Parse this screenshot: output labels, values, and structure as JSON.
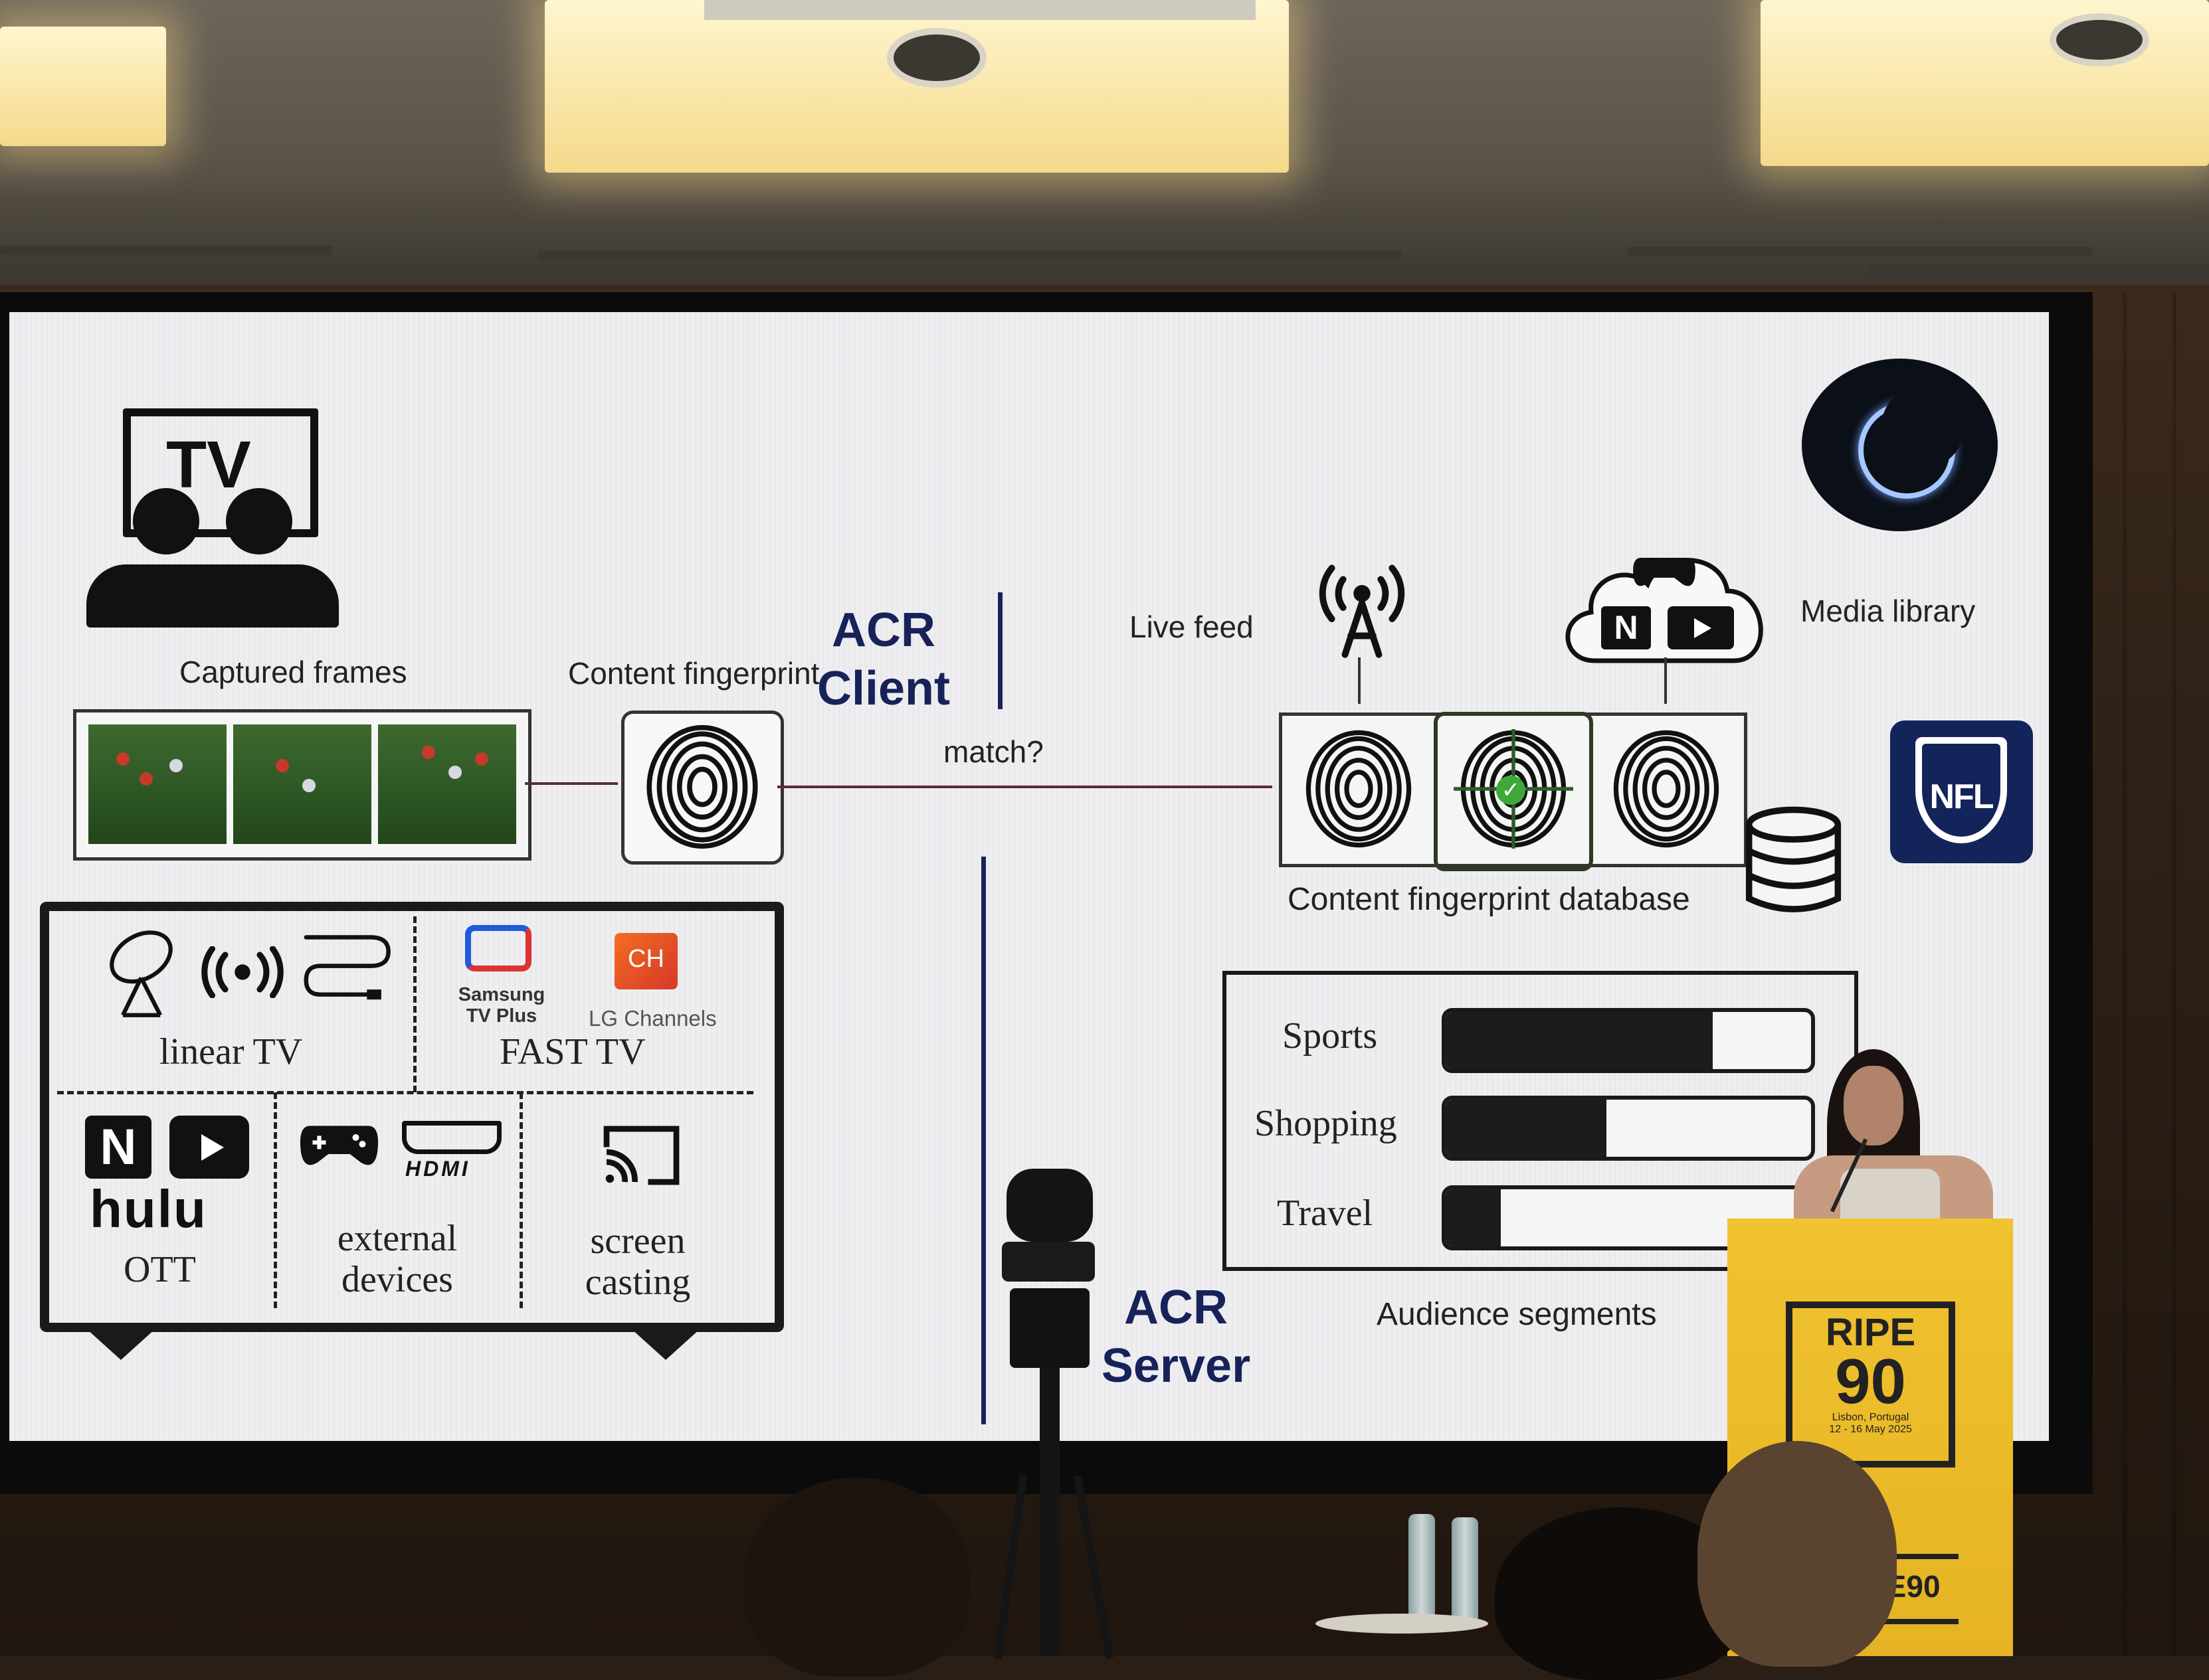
{
  "slide": {
    "tv_icon_label": "TV",
    "captured_frames_label": "Captured frames",
    "content_fingerprint_label": "Content fingerprint",
    "acr_client_title": "ACR\nClient",
    "match_label": "match?",
    "live_feed_label": "Live feed",
    "media_library_label": "Media library",
    "fingerprint_db_label": "Content fingerprint database",
    "acr_server_title": "ACR\nServer",
    "audience_segments_label": "Audience segments",
    "sources": {
      "linear_tv": "linear TV",
      "fast_tv": "FAST TV",
      "samsung_logo": "Samsung\nTV Plus",
      "lg_logo": "LG Channels",
      "lg_ch_icon": "CH",
      "ott": "OTT",
      "hulu_logo": "hulu",
      "external_devices": "external\ndevices",
      "hdmi_logo": "HDMI",
      "screen_casting": "screen\ncasting",
      "netflix_letter": "N"
    },
    "segments": [
      {
        "label": "Sports",
        "level": 0.73
      },
      {
        "label": "Shopping",
        "level": 0.44
      },
      {
        "label": "Travel",
        "level": 0.15
      }
    ],
    "nfl_logo_text": "NFL"
  },
  "podium": {
    "ripe_line1": "RIPE",
    "ripe_line2": "90",
    "ripe_location": "Lisbon, Portugal",
    "ripe_dates": "12 - 16 May 2025",
    "ripe_bottom": "VE90"
  },
  "colors": {
    "acr_title": "#18225a",
    "slide_bg": "#eeeef1",
    "podium": "#e9b726",
    "moon_ring": "#a6c8ff"
  }
}
